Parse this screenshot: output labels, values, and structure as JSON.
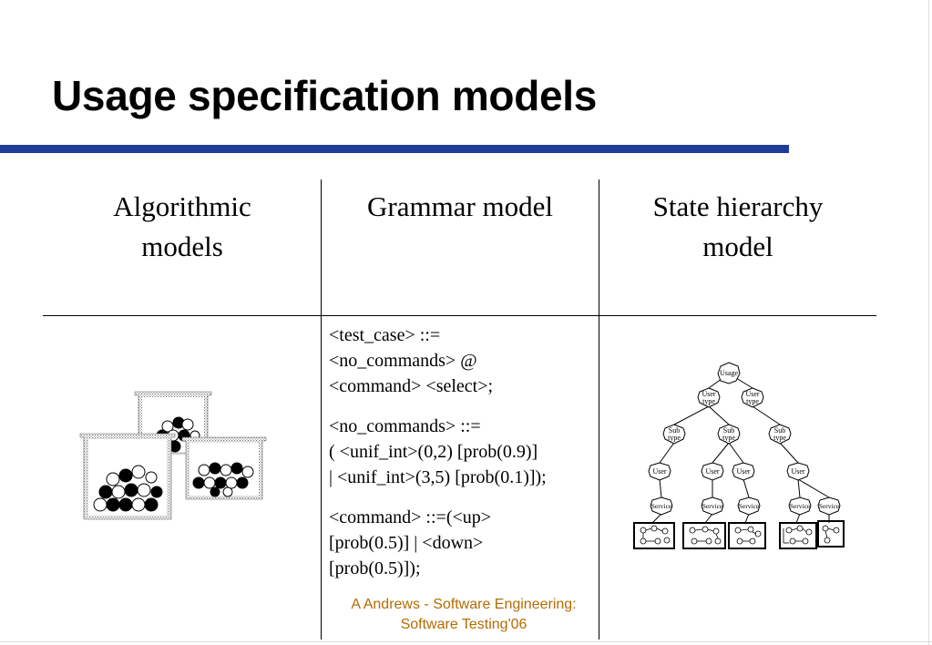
{
  "slide": {
    "title": "Usage specification models"
  },
  "columns": [
    {
      "lines": [
        "Algorithmic",
        "models"
      ]
    },
    {
      "lines": [
        "Grammar model"
      ]
    },
    {
      "lines": [
        "State hierarchy",
        "model"
      ]
    }
  ],
  "grammar": {
    "paragraphs": [
      [
        "<test_case> ::=",
        "<no_commands> @",
        "<command> <select>;"
      ],
      [
        "<no_commands> ::=",
        "( <unif_int>(0,2) [prob(0.9)]",
        "| <unif_int>(3,5) [prob(0.1)]);"
      ],
      [
        "<command> ::=(<up>",
        "[prob(0.5)] | <down>",
        "[prob(0.5)]);"
      ]
    ]
  },
  "hierarchy": {
    "root": "Usage",
    "user_type": [
      "User",
      "type"
    ],
    "sub_type": [
      "Sub",
      "type"
    ],
    "user": "User",
    "service": "Service"
  },
  "footer": {
    "lines": [
      "A Andrews - Software Engineering:",
      "Software Testing'06"
    ]
  },
  "colors": {
    "title_rule": "#1f3c99",
    "footer_text": "#b36b00"
  }
}
